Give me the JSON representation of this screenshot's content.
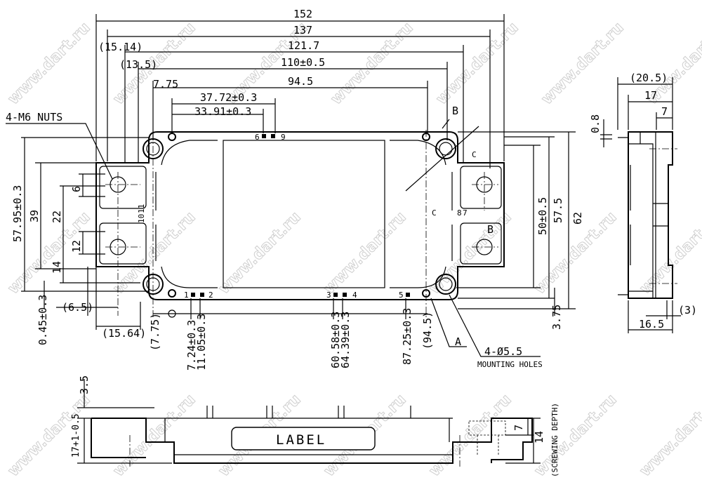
{
  "watermark": "www.dart.ru",
  "top_view": {
    "dims_horizontal": {
      "overall": "152",
      "nut_pitch_outer": "137",
      "d121": "121.7",
      "offset_15_14": "(15.14)",
      "mount_pitch": "110±0.5",
      "offset_13_5": "(13.5)",
      "d94_5": "94.5",
      "d7_75": "7.75",
      "d37_72": "37.72±0.3",
      "d33_91": "33.91±0.3"
    },
    "dims_left": {
      "d57_95": "57.95±0.3",
      "d39": "39",
      "d22": "22",
      "d6": "6",
      "d12": "12",
      "d14": "14",
      "d0_45": "0.45±0.3",
      "d6_5": "(6.5)",
      "d15_64": "(15.64)"
    },
    "dims_bottom": [
      "(7.75)",
      "7.24±0.3",
      "11.05±0.3",
      "60.58±0.3",
      "64.39±0.3",
      "87.25±0.3",
      "(94.5)"
    ],
    "dims_right": {
      "d50": "50±0.5",
      "d57_5": "57.5",
      "d62": "62",
      "d3_75": "3.75"
    },
    "callouts": {
      "nuts": "4-M6 NUTS",
      "holes": "4-Ø5.5",
      "holes_sub": "MOUNTING HOLES",
      "A": "A",
      "B1": "B",
      "B2": "B",
      "C1": "C",
      "C2": "C"
    },
    "pin_labels": {
      "p1": "1",
      "p2": "2",
      "p3": "3",
      "p4": "4",
      "p5": "5",
      "p6": "6",
      "p7": "7",
      "p8": "8",
      "p9": "9",
      "p10": "10",
      "p11": "11"
    }
  },
  "side_view": {
    "d20_5": "(20.5)",
    "d17": "17",
    "d7": "7",
    "d0_8": "0.8",
    "d3": "(3)",
    "d16_5": "16.5"
  },
  "front_view": {
    "d3_5": "3.5",
    "d17": "17+1-0.5",
    "d7": "7",
    "d14": "14",
    "screwing": "(SCREWING DEPTH)",
    "label": "LABEL"
  }
}
